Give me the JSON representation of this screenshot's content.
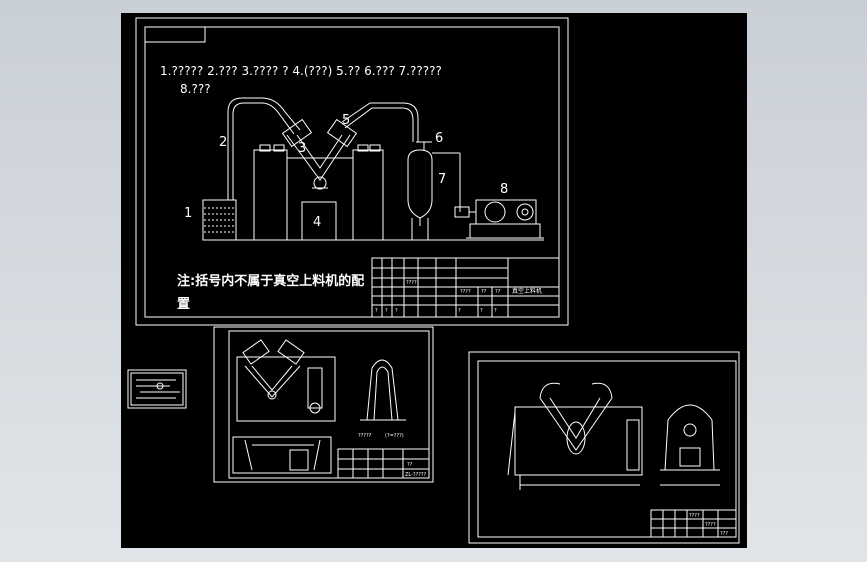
{
  "legend": {
    "line1": "1.?????  2.???  3.????  ?   4.(???)   5.??  6.???     7.?????",
    "line2": "8.???"
  },
  "callouts": [
    "1",
    "2",
    "3",
    "4",
    "5",
    "6",
    "7",
    "8"
  ],
  "note": {
    "line1": "注:括号内不属于真空上料机的配",
    "line2": "置"
  },
  "title_block": {
    "drawing_title": "真空上料机",
    "row_small_1": "????",
    "row_small_2": "??",
    "row_small_3": "??",
    "row_small_4": "????",
    "qmarks": [
      "?",
      "?",
      "?",
      "?",
      "?",
      "?"
    ]
  },
  "sheet2": {
    "label_main": "?????",
    "label_sub": "(?=???)",
    "logo_text": "??",
    "code_text": "ZL-?????"
  },
  "sheet3": {
    "title_text": "????",
    "code_text": "????",
    "scale_text": "???"
  },
  "colors": {
    "background": "#000000",
    "lines": "#ffffff",
    "frame": "#cdd3d9"
  }
}
